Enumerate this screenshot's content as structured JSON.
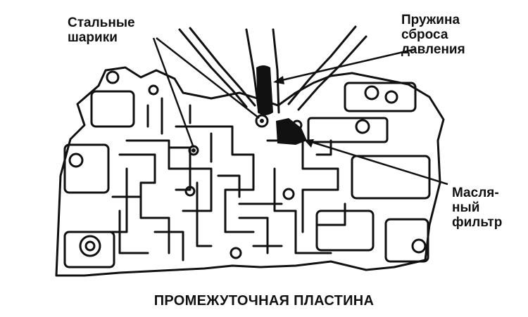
{
  "labels": {
    "steel_balls": [
      "Стальные",
      "шарики"
    ],
    "pressure_release_spring": [
      "Пружина",
      "сброса",
      "давления"
    ],
    "oil_filter": [
      "Масля-",
      "ный",
      "фильтр"
    ]
  },
  "caption": "ПРОМЕЖУТОЧНАЯ ПЛАСТИНА",
  "colors": {
    "ink": "#111111",
    "background": "#ffffff"
  }
}
